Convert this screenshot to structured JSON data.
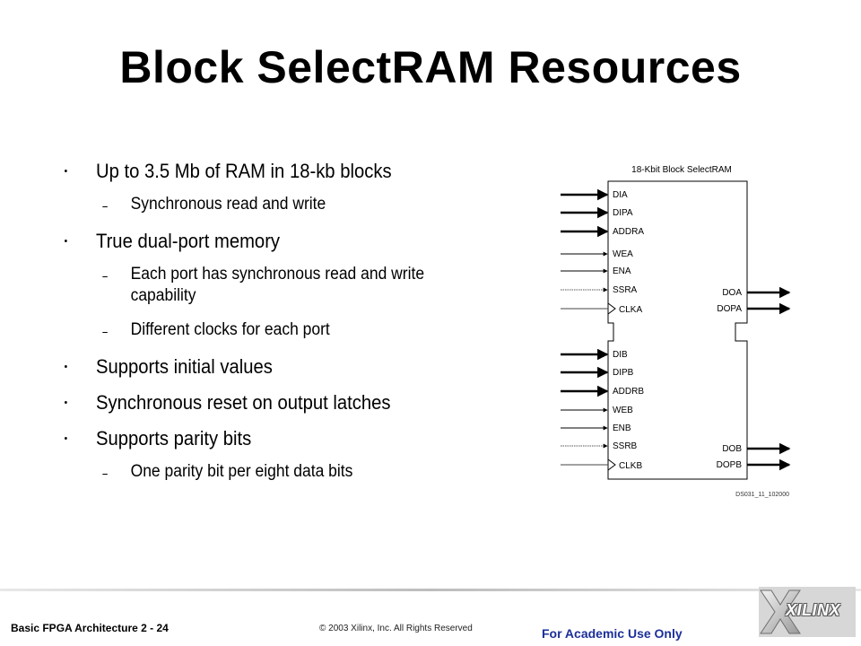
{
  "slide": {
    "title": "Block SelectRAM Resources",
    "bullets": [
      {
        "text": "Up to 3.5 Mb of RAM in 18-kb blocks",
        "sub": [
          "Synchronous read and write"
        ]
      },
      {
        "text": "True dual-port memory",
        "sub": [
          "Each port has synchronous read and write capability",
          "Different clocks for each port"
        ]
      },
      {
        "text": "Supports initial values",
        "sub": []
      },
      {
        "text": "Synchronous reset on output latches",
        "sub": []
      },
      {
        "text": "Supports parity bits",
        "sub": [
          "One parity bit per eight data bits"
        ]
      }
    ]
  },
  "diagram": {
    "title": "18-Kbit Block SelectRAM",
    "port_a_inputs": [
      "DIA",
      "DIPA",
      "ADDRA",
      "WEA",
      "ENA",
      "SSRA",
      "CLKA"
    ],
    "port_a_outputs": [
      "DOA",
      "DOPA"
    ],
    "port_b_inputs": [
      "DIB",
      "DIPB",
      "ADDRB",
      "WEB",
      "ENB",
      "SSRB",
      "CLKB"
    ],
    "port_b_outputs": [
      "DOB",
      "DOPB"
    ],
    "code": "DS031_11_102000"
  },
  "footer": {
    "left": "Basic FPGA Architecture  2 - 24",
    "copyright": "© 2003 Xilinx, Inc. All Rights Reserved",
    "notice": "For Academic Use Only",
    "logo_text": "XILINX"
  }
}
